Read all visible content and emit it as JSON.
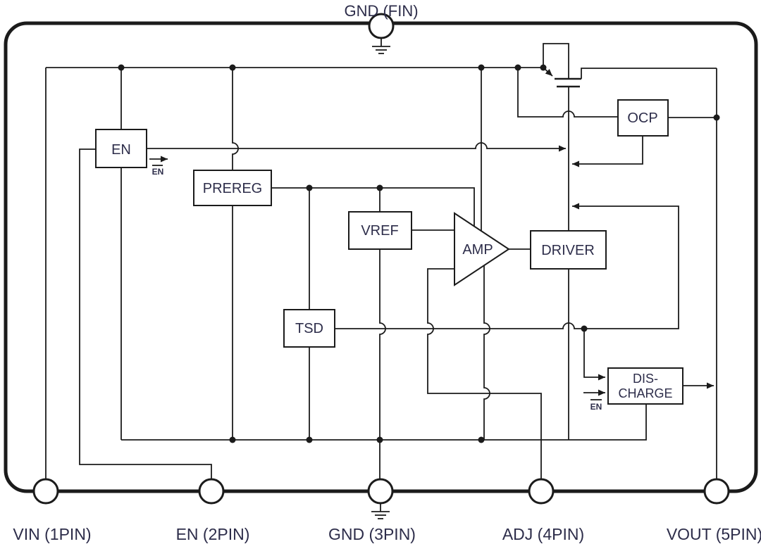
{
  "pins": {
    "top": "GND (FIN)",
    "pin1": "VIN (1PIN)",
    "pin2": "EN (2PIN)",
    "pin3": "GND (3PIN)",
    "pin4": "ADJ (4PIN)",
    "pin5": "VOUT (5PIN)"
  },
  "blocks": {
    "en": "EN",
    "prereg": "PREREG",
    "vref": "VREF",
    "tsd": "TSD",
    "amp": "AMP",
    "driver": "DRIVER",
    "ocp": "OCP",
    "discharge_line1": "DIS-",
    "discharge_line2": "CHARGE"
  },
  "signals": {
    "en_inverted_near_en_block": "EN",
    "en_inverted_near_discharge": "EN"
  },
  "colors": {
    "wire": "#1b1b1b",
    "label_text": "#2d2d4a",
    "background": "#ffffff"
  }
}
